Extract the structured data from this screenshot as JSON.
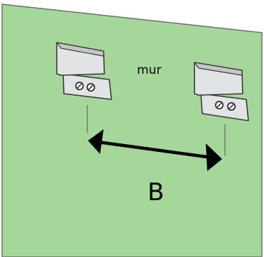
{
  "diagram": {
    "wall_label": "mur",
    "distance_label": "B",
    "colors": {
      "wall_fill": "#a6d79a",
      "wall_stroke": "#6d6d6d",
      "bracket_fill": "#e2e3e5",
      "bracket_shadow": "#c4c6c9",
      "bracket_stroke": "#3a3a3a",
      "arrow": "#000000",
      "guide_line": "#6b6b6b",
      "text": "#000000"
    },
    "brackets": [
      {
        "id": "left-bracket",
        "screw_count": 2
      },
      {
        "id": "right-bracket",
        "screw_count": 2
      }
    ],
    "icons": [
      "wall-bracket-icon",
      "screw-icon",
      "double-arrow-icon"
    ]
  }
}
